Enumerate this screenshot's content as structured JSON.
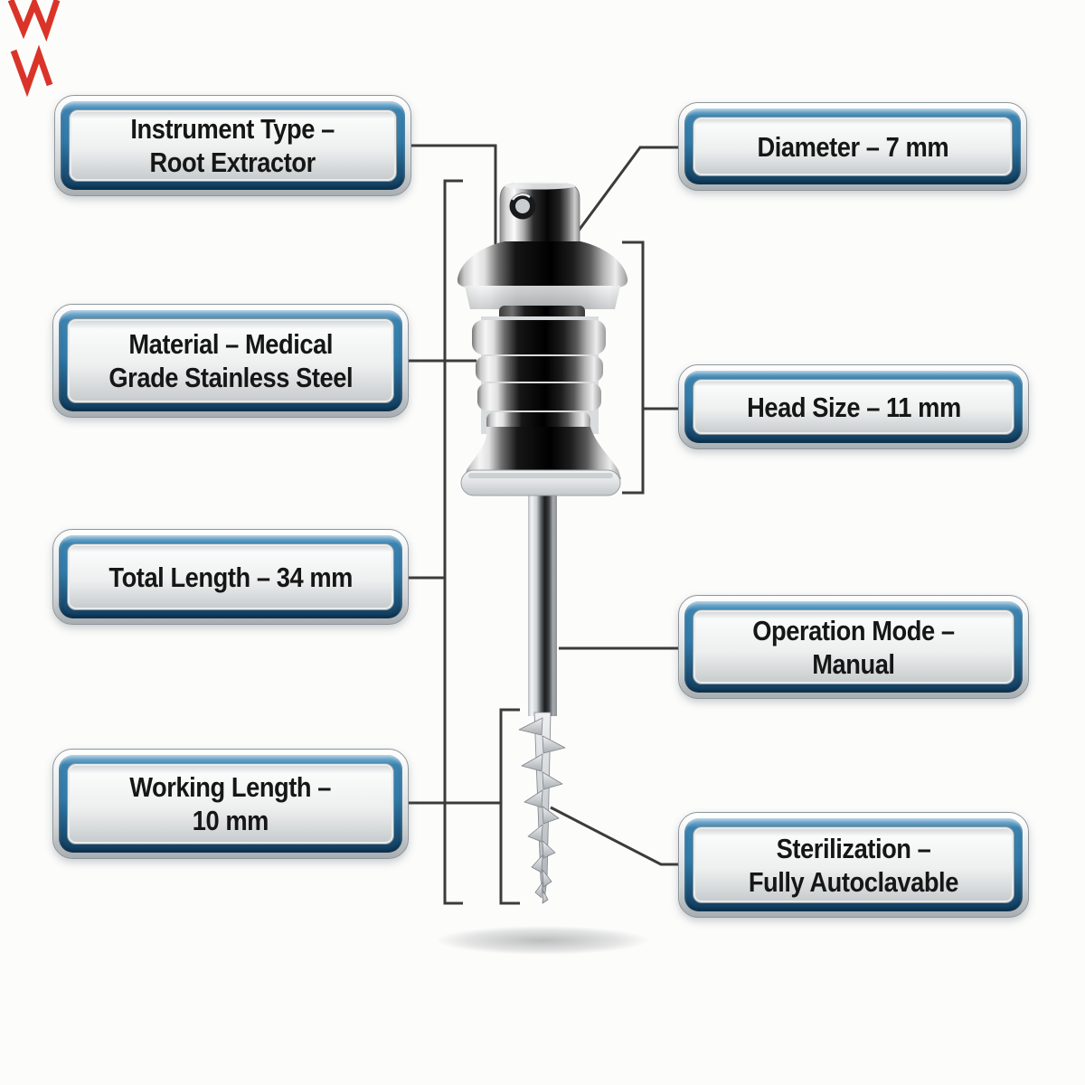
{
  "colors": {
    "accent_blue": "#2f7aa9",
    "plate_silver": "#e9ebec",
    "connector_line": "#3b3b3b",
    "label_text": "#161616",
    "watermark_red": "#da3428"
  },
  "labels": {
    "left": [
      {
        "id": "instrument-type",
        "text": [
          "Instrument Type –",
          "Root Extractor"
        ]
      },
      {
        "id": "material",
        "text": [
          "Material – Medical",
          "Grade Stainless Steel"
        ]
      },
      {
        "id": "total-length",
        "text": [
          "Total Length – 34 mm"
        ]
      },
      {
        "id": "working-length",
        "text": [
          "Working Length –",
          "10 mm"
        ]
      }
    ],
    "right": [
      {
        "id": "diameter",
        "text": [
          "Diameter – 7 mm"
        ]
      },
      {
        "id": "head-size",
        "text": [
          "Head Size – 11 mm"
        ]
      },
      {
        "id": "operation-mode",
        "text": [
          "Operation Mode –",
          "Manual"
        ]
      },
      {
        "id": "sterilization",
        "text": [
          "Sterilization –",
          "Fully Autoclavable"
        ]
      }
    ]
  }
}
